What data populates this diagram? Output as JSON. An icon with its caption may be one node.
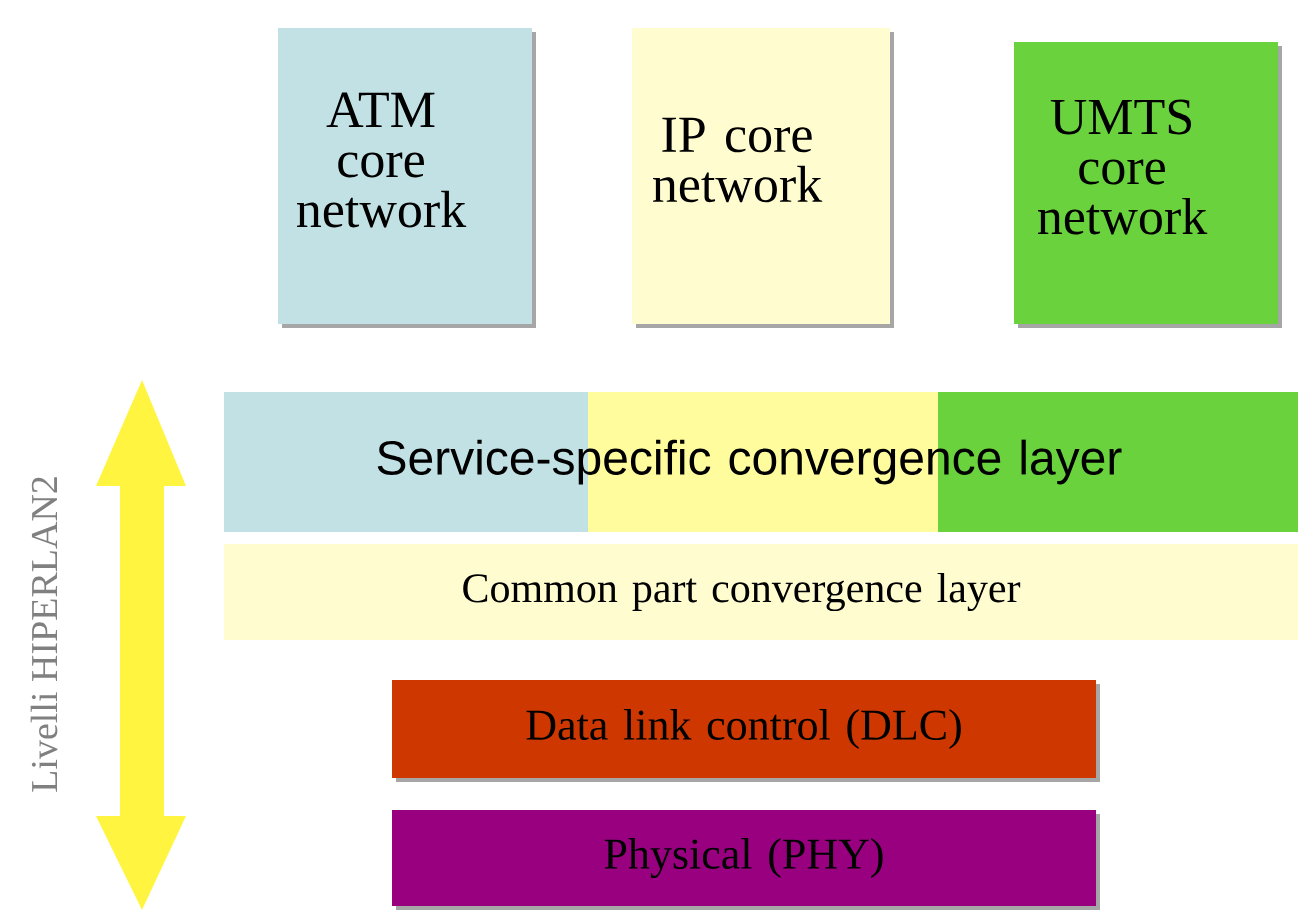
{
  "diagram": {
    "nodes": [
      {
        "text": [
          "ATM core network"
        ]
      },
      {
        "text": [
          "IP core network"
        ]
      },
      {
        "text": [
          "UMTS core network"
        ]
      },
      {
        "text": [
          "Service-specific convergence layer"
        ]
      },
      {
        "text": [
          "Common part convergence layer"
        ]
      },
      {
        "text": [
          "Data link control (DLC)"
        ]
      },
      {
        "text": [
          "Physical (PHY)"
        ]
      }
    ],
    "labels": [
      "Livelli HIPERLAN2"
    ]
  }
}
